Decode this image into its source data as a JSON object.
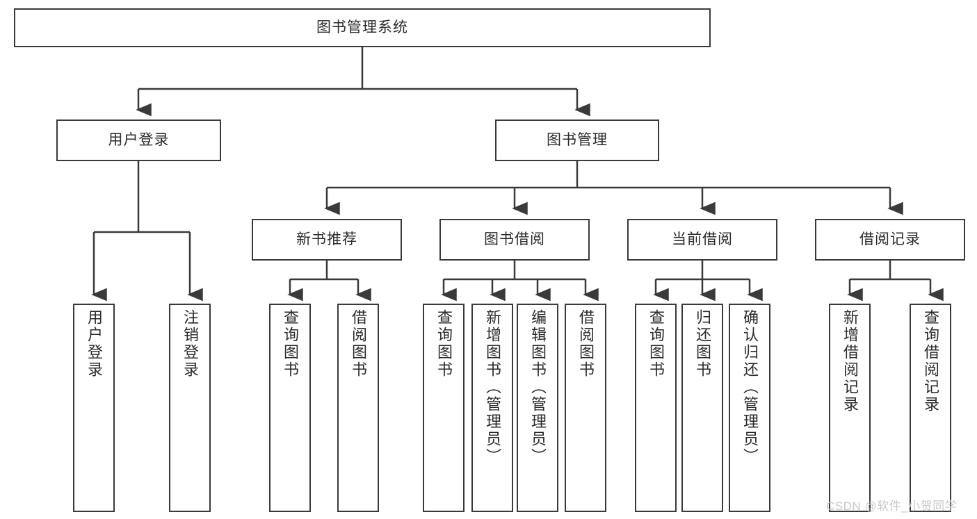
{
  "diagram": {
    "type": "tree",
    "title": "图书管理系统",
    "watermark": "CSDN @软件_小贺同学",
    "colors": {
      "box_border": "#3a3a3a",
      "box_fill": "#ffffff",
      "connector": "#3a3a3a",
      "text": "#2b2b2b",
      "watermark": "#c9c9c9"
    }
  },
  "root": {
    "label": "图书管理系统"
  },
  "level1": [
    {
      "label": "用户登录"
    },
    {
      "label": "图书管理"
    }
  ],
  "level2": [
    {
      "label": "新书推荐"
    },
    {
      "label": "图书借阅"
    },
    {
      "label": "当前借阅"
    },
    {
      "label": "借阅记录"
    }
  ],
  "leaves": {
    "user_login": [
      {
        "label": "用户登录"
      },
      {
        "label": "注销登录"
      }
    ],
    "new_book_recommend": [
      {
        "label": "查询图书"
      },
      {
        "label": "借阅图书"
      }
    ],
    "book_borrow": [
      {
        "label": "查询图书"
      },
      {
        "label": "新增图书（管理员）"
      },
      {
        "label": "编辑图书（管理员）"
      },
      {
        "label": "借阅图书"
      }
    ],
    "current_borrow": [
      {
        "label": "查询图书"
      },
      {
        "label": "归还图书"
      },
      {
        "label": "确认归还（管理员）"
      }
    ],
    "borrow_record": [
      {
        "label": "新增借阅记录"
      },
      {
        "label": "查询借阅记录"
      }
    ]
  }
}
